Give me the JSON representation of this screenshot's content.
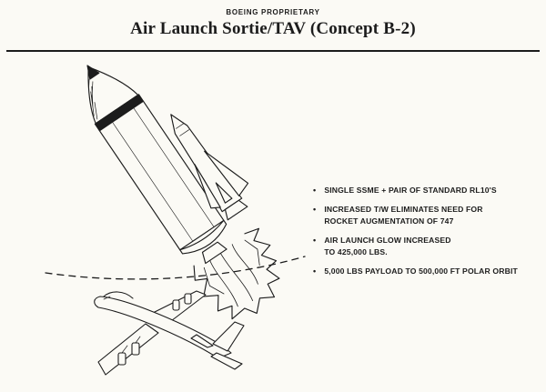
{
  "page": {
    "classification": "BOEING PROPRIETARY",
    "title": "Air Launch Sortie/TAV (Concept B-2)"
  },
  "glyphs": {
    "bullet": "•"
  },
  "bullets": [
    {
      "lines": [
        "SINGLE SSME + PAIR OF STANDARD RL10'S"
      ]
    },
    {
      "lines": [
        "INCREASED T/W ELIMINATES NEED FOR",
        "ROCKET AUGMENTATION OF 747"
      ]
    },
    {
      "lines": [
        "AIR LAUNCH GLOW INCREASED",
        "TO 425,000 LBS."
      ]
    },
    {
      "lines": [
        "5,000 LBS PAYLOAD TO 500,000 FT POLAR ORBIT"
      ]
    }
  ],
  "colors": {
    "ink": "#1c1c1c",
    "paper": "#fbfaf5"
  }
}
